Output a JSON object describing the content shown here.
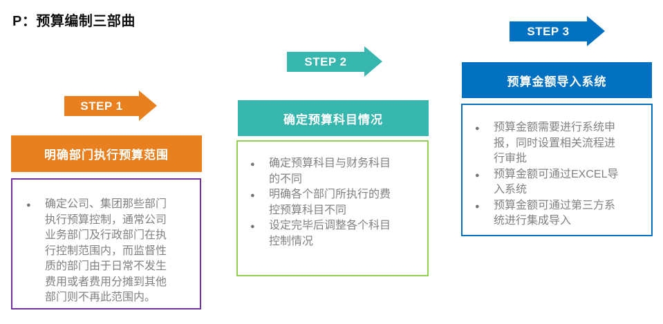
{
  "page": {
    "title": "P：预算编制三部曲"
  },
  "bullet_glyph": "●",
  "steps": [
    {
      "step_label": "STEP 1",
      "header": "明确部门执行预算范围",
      "accent_color": "#E8801F",
      "border_color": "#7030A0",
      "bullets": [
        "确定公司、集团那些部门执行预算控制，通常公司业务部门及行政部门在执行控制范围内，而监督性质的部门由于日常不发生费用或者费用分摊到其他部门则不再此范围内。"
      ]
    },
    {
      "step_label": "STEP 2",
      "header": "确定预算科目情况",
      "accent_color": "#37B6AE",
      "border_color": "#92D050",
      "bullets": [
        "确定预算科目与财务科目的不同",
        "明确各个部门所执行的费控预算科目不同",
        "设定完毕后调整各个科目控制情况"
      ]
    },
    {
      "step_label": "STEP 3",
      "header": "预算金额导入系统",
      "accent_color": "#0070C0",
      "border_color": "#0070C0",
      "bullets": [
        "预算金额需要进行系统申报，同时设置相关流程进行审批",
        "预算金额可通过EXCEL导入系统",
        "预算金额可通过第三方系统进行集成导入"
      ]
    }
  ]
}
